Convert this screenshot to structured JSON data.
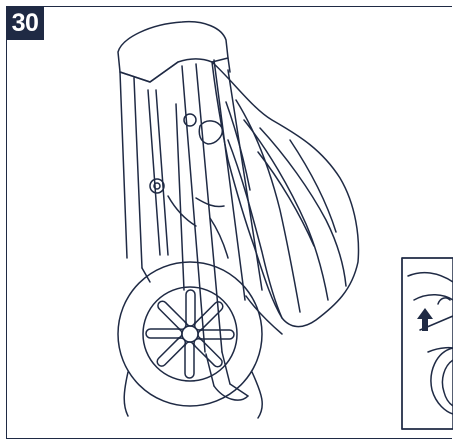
{
  "step": {
    "number": "30"
  },
  "colors": {
    "ink": "#1f2a44",
    "paper": "#ffffff"
  },
  "illustration": {
    "main": "folded-stroller-illustration",
    "detail": "fold-latch-detail-inset",
    "detail_icon": "up-arrow-icon"
  }
}
